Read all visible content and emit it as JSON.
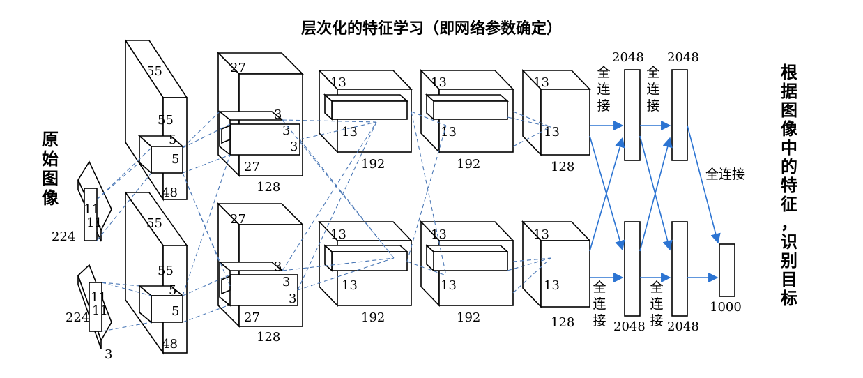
{
  "title": "层次化的特征学习（即网络参数确定）",
  "left_label": "原始图像",
  "right_label": "根据图像中的特征，识别目标",
  "input": {
    "size_a": "224",
    "size_b": "224",
    "channels": "3",
    "kernel": "11",
    "kernel2": "11"
  },
  "conv1": {
    "top_h": "55",
    "top_w": "55",
    "depth": "48",
    "kernel": "5",
    "kernel2": "5"
  },
  "conv2": {
    "size": "27",
    "size2": "27",
    "depth": "128",
    "kernel": "3",
    "kernel2": "3",
    "kernel3": "3"
  },
  "conv3": {
    "size": "13",
    "size2": "13",
    "depth": "192"
  },
  "conv4": {
    "size": "13",
    "size2": "13",
    "depth": "192"
  },
  "conv5": {
    "size": "13",
    "size2": "13",
    "depth": "128"
  },
  "fc": {
    "label": "全连接",
    "units": "2048",
    "output_units": "1000"
  }
}
